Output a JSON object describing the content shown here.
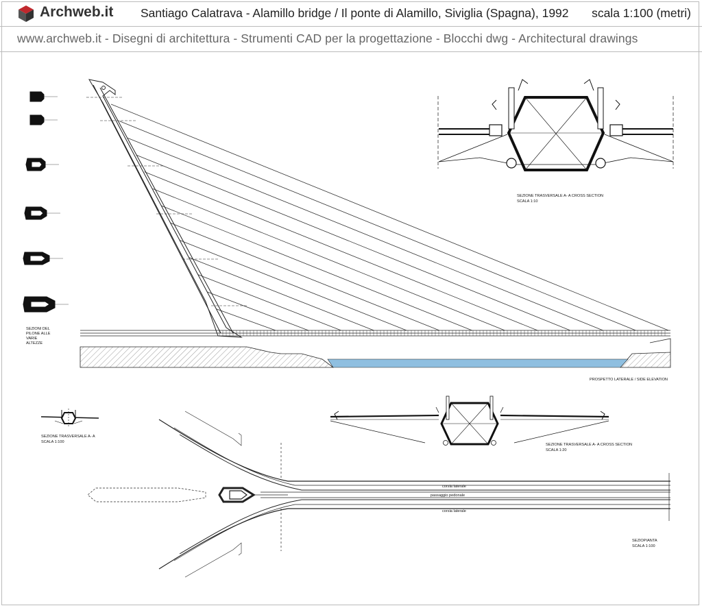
{
  "header": {
    "brand": "Archweb.it",
    "title": "Santiago Calatrava - Alamillo bridge / Il ponte di Alamillo, Siviglia (Spagna), 1992",
    "scale": "scala 1:100 (metri)",
    "subheader": "www.archweb.it  -   Disegni di architettura - Strumenti CAD  per la progettazione - Blocchi dwg  -  Architectural drawings"
  },
  "drawing": {
    "pylon_sections_caption": [
      "SEZIONI DEL",
      "PILONE ALLE",
      "VARIE",
      "ALTEZZE"
    ],
    "cross_section_1_caption": "SEZIONE TRASVERSALE  A- A  CROSS SECTION",
    "cross_section_1_scale": "SCALA 1:10",
    "side_elevation_caption": "PROSPETTO LATERALE  /  SIDE ELEVATION",
    "small_section_caption": "SEZIONE TRASVERSALE  A- A",
    "small_section_scale": "SCALA 1:100",
    "cross_section_2_caption": "SEZIONE TRASVERSALE  A- A  CROSS SECTION",
    "cross_section_2_scale": "SCALA 1:20",
    "lane_top": "corsia laterale",
    "lane_middle": "passaggio pedonale",
    "lane_bottom": "corsia laterale",
    "plan_caption": "SEZIOPIANTA",
    "plan_scale": "SCALA 1:100"
  },
  "colors": {
    "water": "#8fbfe0",
    "line": "#222222",
    "logo_red": "#c0282d"
  }
}
